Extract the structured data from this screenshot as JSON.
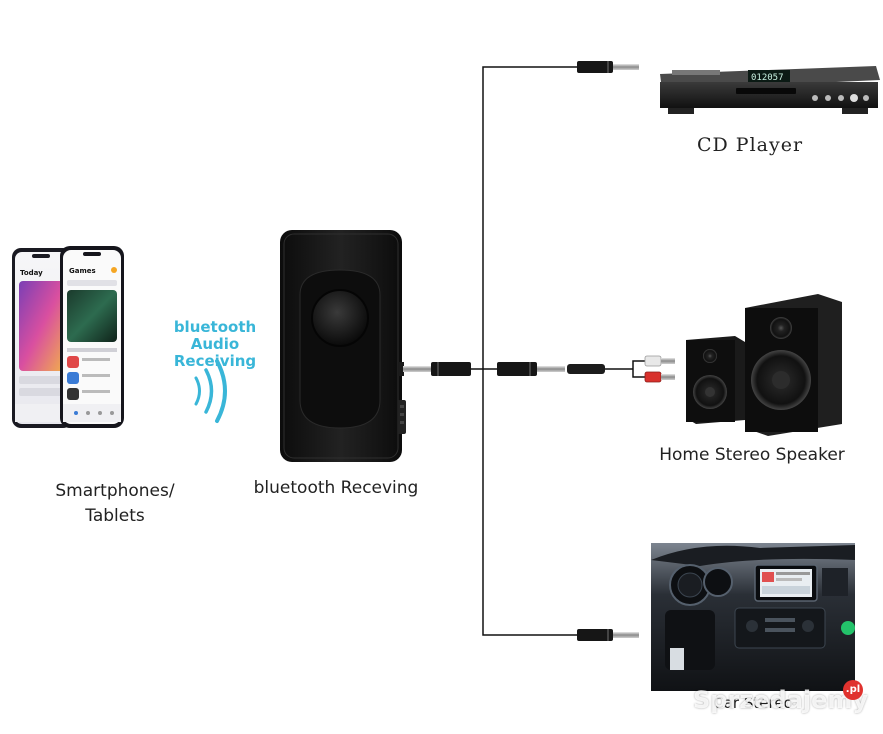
{
  "devices": {
    "phones_label_line1": "Smartphones/",
    "phones_label_line2": "Tablets",
    "receiver_label": "bluetooth Receving",
    "cd_label": "CD Player",
    "speaker_label": "Home Stereo Speaker",
    "car_label": "Car Stereo"
  },
  "bluetooth_text": {
    "line1": "bluetooth Audio",
    "line2": "Receiving"
  },
  "screens": {
    "left_title": "Today",
    "right_title": "Games",
    "cd_display": "012057"
  },
  "watermark": {
    "text": "Sprzedajemy",
    "suffix": ".pl"
  },
  "colors": {
    "accent": "#39b6d8",
    "device": "#141414",
    "cable": "#111111"
  }
}
